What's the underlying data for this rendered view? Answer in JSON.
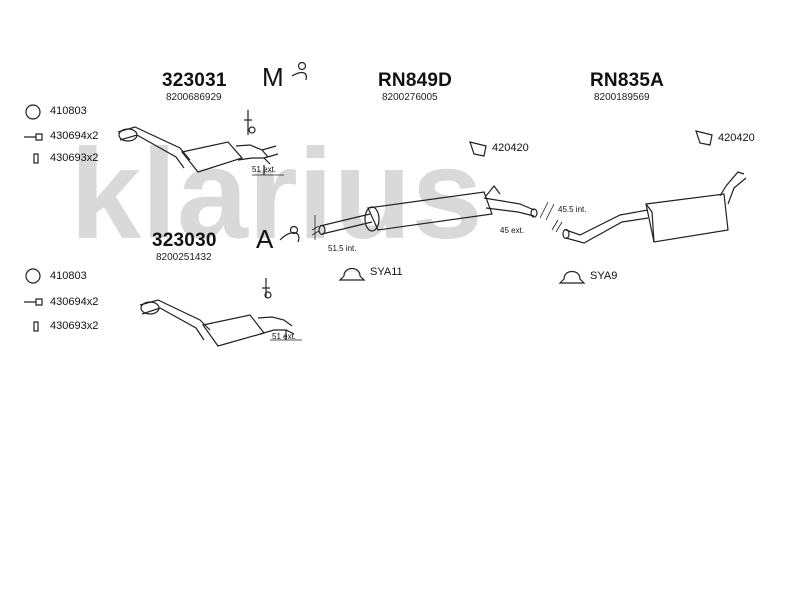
{
  "watermark": {
    "text": "klarius"
  },
  "parts": {
    "cat_top": {
      "number": "323031",
      "oe": "8200686929",
      "engine_code": "M"
    },
    "cat_bottom": {
      "number": "323030",
      "oe": "8200251432",
      "engine_code": "A"
    },
    "center_box": {
      "number": "RN849D",
      "oe": "8200276005"
    },
    "rear_box": {
      "number": "RN835A",
      "oe": "8200189569"
    }
  },
  "fittings": {
    "top_ring": "410803",
    "top_bolt": "430694x2",
    "top_nut": "430693x2",
    "bottom_ring": "410803",
    "bottom_bolt": "430694x2",
    "bottom_nut": "430693x2",
    "center_hanger": "420420",
    "rear_hanger": "420420",
    "center_clamp": "SYA11",
    "rear_clamp": "SYA9"
  },
  "dimensions": {
    "top_cat_ext": "51 ext.",
    "bottom_cat_ext": "51 ext.",
    "center_int": "51.5 int.",
    "center_ext": "45 ext.",
    "rear_int": "45.5 int."
  },
  "colors": {
    "line": "#222222",
    "watermark": "#d9d9d9"
  }
}
